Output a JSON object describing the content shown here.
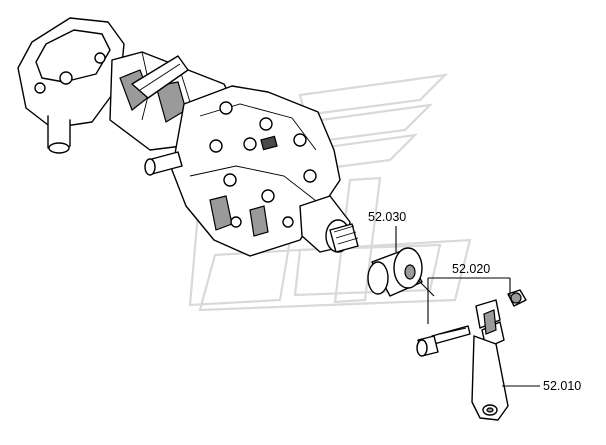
{
  "labels": {
    "part_52030": "52.030",
    "part_52020": "52.020",
    "part_52010": "52.010"
  },
  "watermark_icon": "stylized-logo-watermark-icon",
  "colors": {
    "line": "#000000",
    "shade": "#9a9a9a",
    "watermark": "#d9d9d9",
    "background": "#ffffff"
  }
}
